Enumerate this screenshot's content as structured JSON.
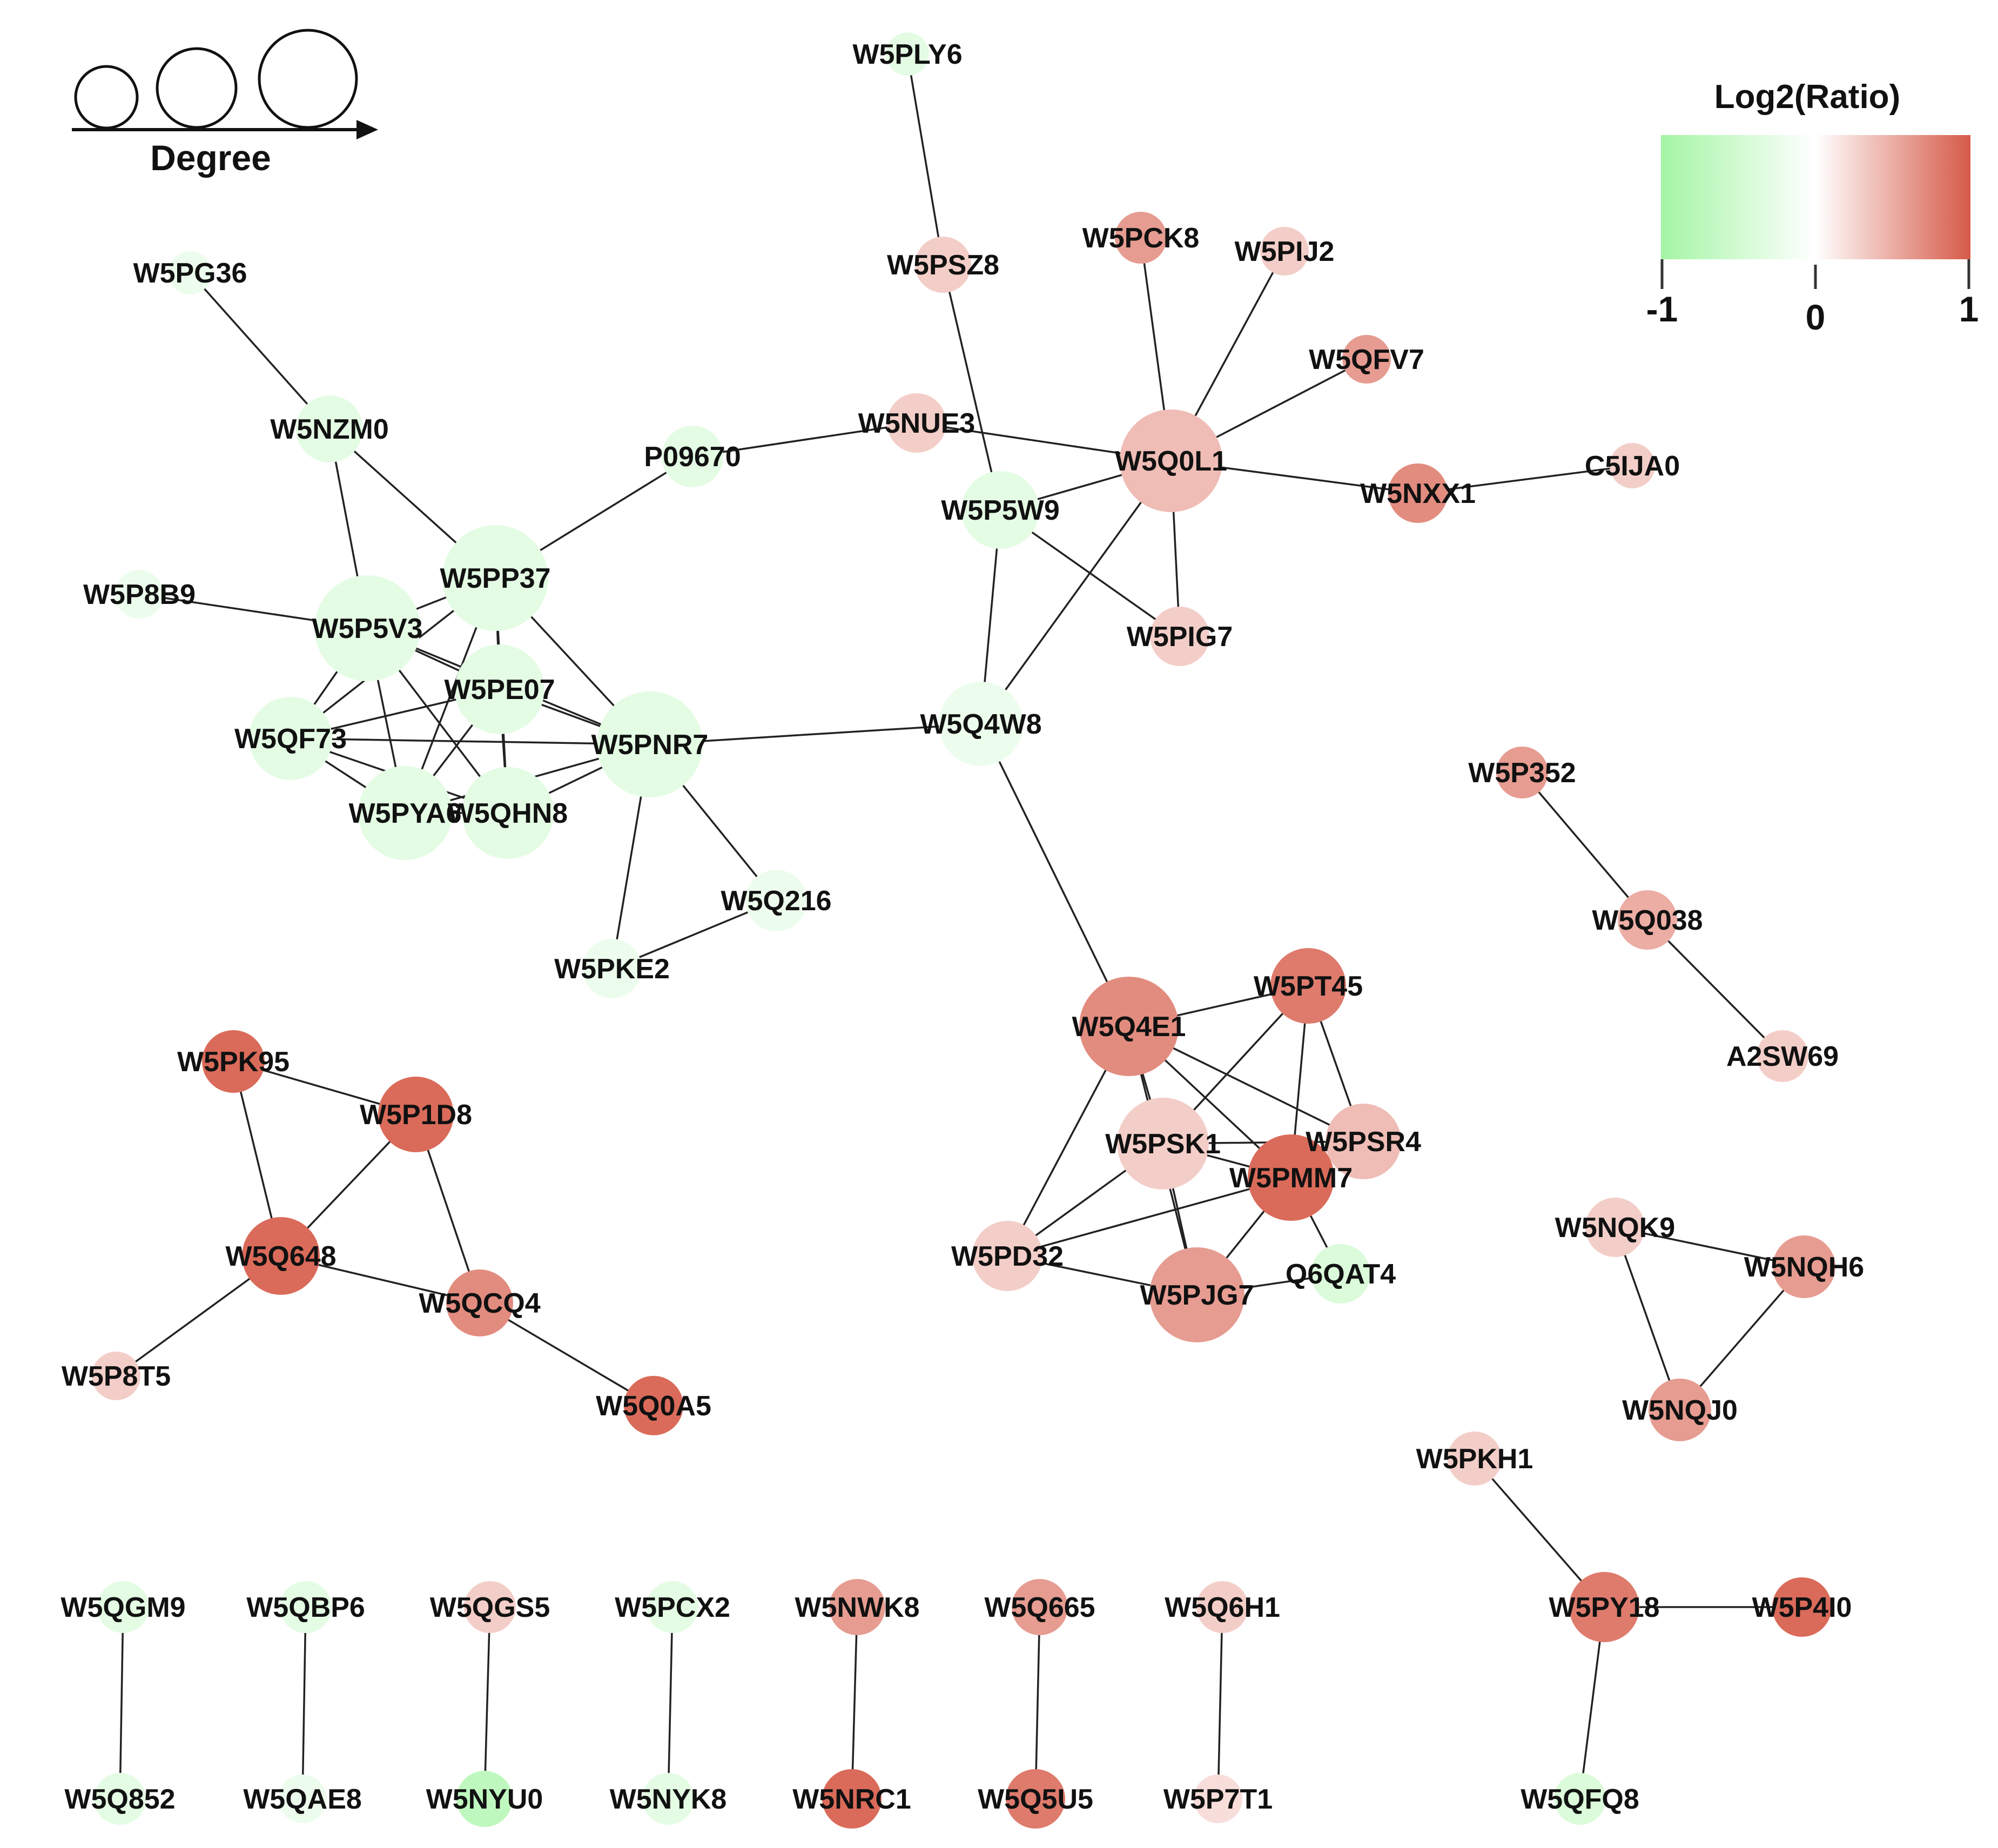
{
  "legend": {
    "degree_label": "Degree",
    "color_title": "Log2(Ratio)",
    "ticks": [
      "-1",
      "0",
      "1"
    ],
    "colors": {
      "low": "#a4f5a4",
      "mid": "#ffffff",
      "high": "#d65a48"
    }
  },
  "network": {
    "nodes": [
      {
        "id": "W5PLY6",
        "value": -0.3
      },
      {
        "id": "W5PSZ8",
        "value": 0.3
      },
      {
        "id": "W5PCK8",
        "value": 0.6
      },
      {
        "id": "W5PIJ2",
        "value": 0.3
      },
      {
        "id": "W5QFV7",
        "value": 0.6
      },
      {
        "id": "W5Q0L1",
        "value": 0.4
      },
      {
        "id": "W5NXX1",
        "value": 0.7
      },
      {
        "id": "C5IJA0",
        "value": 0.3
      },
      {
        "id": "W5NUE3",
        "value": 0.3
      },
      {
        "id": "W5P5W9",
        "value": -0.3
      },
      {
        "id": "W5PIG7",
        "value": 0.3
      },
      {
        "id": "P09670",
        "value": -0.3
      },
      {
        "id": "W5PG36",
        "value": -0.2
      },
      {
        "id": "W5NZM0",
        "value": -0.3
      },
      {
        "id": "W5PP37",
        "value": -0.3
      },
      {
        "id": "W5P8B9",
        "value": -0.2
      },
      {
        "id": "W5P5V3",
        "value": -0.3
      },
      {
        "id": "W5PE07",
        "value": -0.3
      },
      {
        "id": "W5QF73",
        "value": -0.3
      },
      {
        "id": "W5PNR7",
        "value": -0.3
      },
      {
        "id": "W5PYA6",
        "value": -0.3
      },
      {
        "id": "W5QHN8",
        "value": -0.3
      },
      {
        "id": "W5Q4W8",
        "value": -0.2
      },
      {
        "id": "W5Q216",
        "value": -0.2
      },
      {
        "id": "W5PKE2",
        "value": -0.2
      },
      {
        "id": "W5P352",
        "value": 0.6
      },
      {
        "id": "W5Q038",
        "value": 0.5
      },
      {
        "id": "A2SW69",
        "value": 0.3
      },
      {
        "id": "W5PK95",
        "value": 0.9
      },
      {
        "id": "W5P1D8",
        "value": 0.9
      },
      {
        "id": "W5Q648",
        "value": 0.9
      },
      {
        "id": "W5QCQ4",
        "value": 0.7
      },
      {
        "id": "W5P8T5",
        "value": 0.3
      },
      {
        "id": "W5Q0A5",
        "value": 0.9
      },
      {
        "id": "W5Q4E1",
        "value": 0.7
      },
      {
        "id": "W5PT45",
        "value": 0.8
      },
      {
        "id": "W5PSK1",
        "value": 0.3
      },
      {
        "id": "W5PSR4",
        "value": 0.4
      },
      {
        "id": "W5PMM7",
        "value": 0.9
      },
      {
        "id": "W5PD32",
        "value": 0.3
      },
      {
        "id": "W5PJG7",
        "value": 0.6
      },
      {
        "id": "Q6QAT4",
        "value": -0.4
      },
      {
        "id": "W5NQK9",
        "value": 0.3
      },
      {
        "id": "W5NQH6",
        "value": 0.6
      },
      {
        "id": "W5NQJ0",
        "value": 0.6
      },
      {
        "id": "W5PKH1",
        "value": 0.3
      },
      {
        "id": "W5PY18",
        "value": 0.8
      },
      {
        "id": "W5P4I0",
        "value": 0.9
      },
      {
        "id": "W5QFQ8",
        "value": -0.4
      },
      {
        "id": "W5QGM9",
        "value": -0.3
      },
      {
        "id": "W5Q852",
        "value": -0.3
      },
      {
        "id": "W5QBP6",
        "value": -0.3
      },
      {
        "id": "W5QAE8",
        "value": -0.2
      },
      {
        "id": "W5QGS5",
        "value": 0.3
      },
      {
        "id": "W5NYU0",
        "value": -0.7
      },
      {
        "id": "W5PCX2",
        "value": -0.3
      },
      {
        "id": "W5NYK8",
        "value": -0.3
      },
      {
        "id": "W5NWK8",
        "value": 0.6
      },
      {
        "id": "W5NRC1",
        "value": 0.9
      },
      {
        "id": "W5Q665",
        "value": 0.6
      },
      {
        "id": "W5Q5U5",
        "value": 0.8
      },
      {
        "id": "W5Q6H1",
        "value": 0.3
      },
      {
        "id": "W5P7T1",
        "value": 0.2
      }
    ],
    "edges": [
      [
        "W5PLY6",
        "W5PSZ8"
      ],
      [
        "W5PSZ8",
        "W5P5W9"
      ],
      [
        "W5PCK8",
        "W5Q0L1"
      ],
      [
        "W5PIJ2",
        "W5Q0L1"
      ],
      [
        "W5QFV7",
        "W5Q0L1"
      ],
      [
        "W5Q0L1",
        "W5NXX1"
      ],
      [
        "W5NXX1",
        "C5IJA0"
      ],
      [
        "W5NUE3",
        "W5Q0L1"
      ],
      [
        "P09670",
        "W5NUE3"
      ],
      [
        "W5P5W9",
        "W5Q0L1"
      ],
      [
        "W5Q0L1",
        "W5PIG7"
      ],
      [
        "W5P5W9",
        "W5PIG7"
      ],
      [
        "W5P5W9",
        "W5Q4W8"
      ],
      [
        "W5Q0L1",
        "W5Q4W8"
      ],
      [
        "W5PG36",
        "W5NZM0"
      ],
      [
        "W5NZM0",
        "W5PP37"
      ],
      [
        "W5NZM0",
        "W5P5V3"
      ],
      [
        "P09670",
        "W5PP37"
      ],
      [
        "W5P8B9",
        "W5P5V3"
      ],
      [
        "W5PP37",
        "W5P5V3"
      ],
      [
        "W5PP37",
        "W5PE07"
      ],
      [
        "W5PP37",
        "W5QF73"
      ],
      [
        "W5PP37",
        "W5PNR7"
      ],
      [
        "W5PP37",
        "W5PYA6"
      ],
      [
        "W5PP37",
        "W5QHN8"
      ],
      [
        "W5P5V3",
        "W5PE07"
      ],
      [
        "W5P5V3",
        "W5QF73"
      ],
      [
        "W5P5V3",
        "W5PNR7"
      ],
      [
        "W5P5V3",
        "W5PYA6"
      ],
      [
        "W5P5V3",
        "W5QHN8"
      ],
      [
        "W5PE07",
        "W5QF73"
      ],
      [
        "W5PE07",
        "W5PNR7"
      ],
      [
        "W5PE07",
        "W5PYA6"
      ],
      [
        "W5PE07",
        "W5QHN8"
      ],
      [
        "W5QF73",
        "W5PNR7"
      ],
      [
        "W5QF73",
        "W5PYA6"
      ],
      [
        "W5QF73",
        "W5QHN8"
      ],
      [
        "W5PNR7",
        "W5PYA6"
      ],
      [
        "W5PNR7",
        "W5QHN8"
      ],
      [
        "W5PYA6",
        "W5QHN8"
      ],
      [
        "W5PNR7",
        "W5Q4W8"
      ],
      [
        "W5PNR7",
        "W5Q216"
      ],
      [
        "W5PNR7",
        "W5PKE2"
      ],
      [
        "W5Q216",
        "W5PKE2"
      ],
      [
        "W5Q4W8",
        "W5Q4E1"
      ],
      [
        "W5Q4E1",
        "W5PT45"
      ],
      [
        "W5Q4E1",
        "W5PSK1"
      ],
      [
        "W5Q4E1",
        "W5PSR4"
      ],
      [
        "W5Q4E1",
        "W5PMM7"
      ],
      [
        "W5Q4E1",
        "W5PD32"
      ],
      [
        "W5Q4E1",
        "W5PJG7"
      ],
      [
        "W5PT45",
        "W5PSK1"
      ],
      [
        "W5PT45",
        "W5PSR4"
      ],
      [
        "W5PT45",
        "W5PMM7"
      ],
      [
        "W5PSK1",
        "W5PMM7"
      ],
      [
        "W5PSK1",
        "W5PD32"
      ],
      [
        "W5PSK1",
        "W5PJG7"
      ],
      [
        "W5PSK1",
        "W5PSR4"
      ],
      [
        "W5PMM7",
        "W5PJG7"
      ],
      [
        "W5PMM7",
        "W5PSR4"
      ],
      [
        "W5PMM7",
        "Q6QAT4"
      ],
      [
        "W5PMM7",
        "W5PD32"
      ],
      [
        "W5PD32",
        "W5PJG7"
      ],
      [
        "W5PJG7",
        "Q6QAT4"
      ],
      [
        "W5P352",
        "W5Q038"
      ],
      [
        "W5Q038",
        "A2SW69"
      ],
      [
        "W5PK95",
        "W5P1D8"
      ],
      [
        "W5PK95",
        "W5Q648"
      ],
      [
        "W5P1D8",
        "W5Q648"
      ],
      [
        "W5P1D8",
        "W5QCQ4"
      ],
      [
        "W5Q648",
        "W5QCQ4"
      ],
      [
        "W5Q648",
        "W5P8T5"
      ],
      [
        "W5QCQ4",
        "W5Q0A5"
      ],
      [
        "W5NQK9",
        "W5NQH6"
      ],
      [
        "W5NQK9",
        "W5NQJ0"
      ],
      [
        "W5NQH6",
        "W5NQJ0"
      ],
      [
        "W5PKH1",
        "W5PY18"
      ],
      [
        "W5PY18",
        "W5P4I0"
      ],
      [
        "W5PY18",
        "W5QFQ8"
      ],
      [
        "W5QGM9",
        "W5Q852"
      ],
      [
        "W5QBP6",
        "W5QAE8"
      ],
      [
        "W5QGS5",
        "W5NYU0"
      ],
      [
        "W5PCX2",
        "W5NYK8"
      ],
      [
        "W5NWK8",
        "W5NRC1"
      ],
      [
        "W5Q665",
        "W5Q5U5"
      ],
      [
        "W5Q6H1",
        "W5P7T1"
      ]
    ]
  }
}
